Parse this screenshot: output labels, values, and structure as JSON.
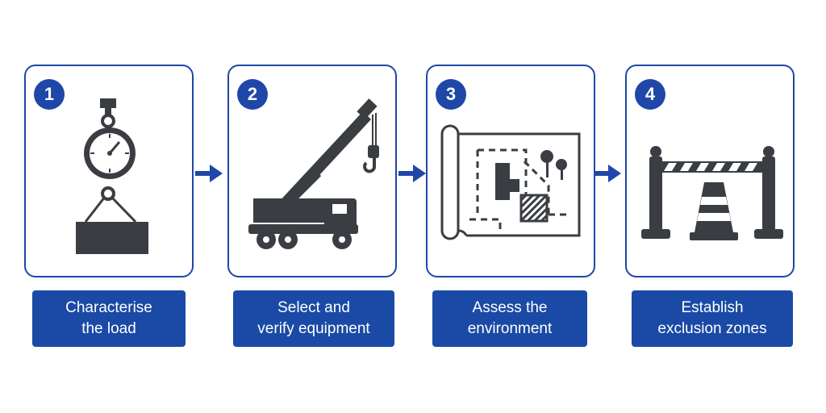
{
  "steps": [
    {
      "number": "1",
      "line1": "Characterise",
      "line2": "the load",
      "icon": "hanging-scale-icon"
    },
    {
      "number": "2",
      "line1": "Select and",
      "line2": "verify equipment",
      "icon": "mobile-crane-icon"
    },
    {
      "number": "3",
      "line1": "Assess the",
      "line2": "environment",
      "icon": "site-plan-icon"
    },
    {
      "number": "4",
      "line1": "Establish",
      "line2": "exclusion zones",
      "icon": "barrier-cone-icon"
    }
  ],
  "colors": {
    "accent": "#1f47a8",
    "icon": "#3a3d42"
  }
}
